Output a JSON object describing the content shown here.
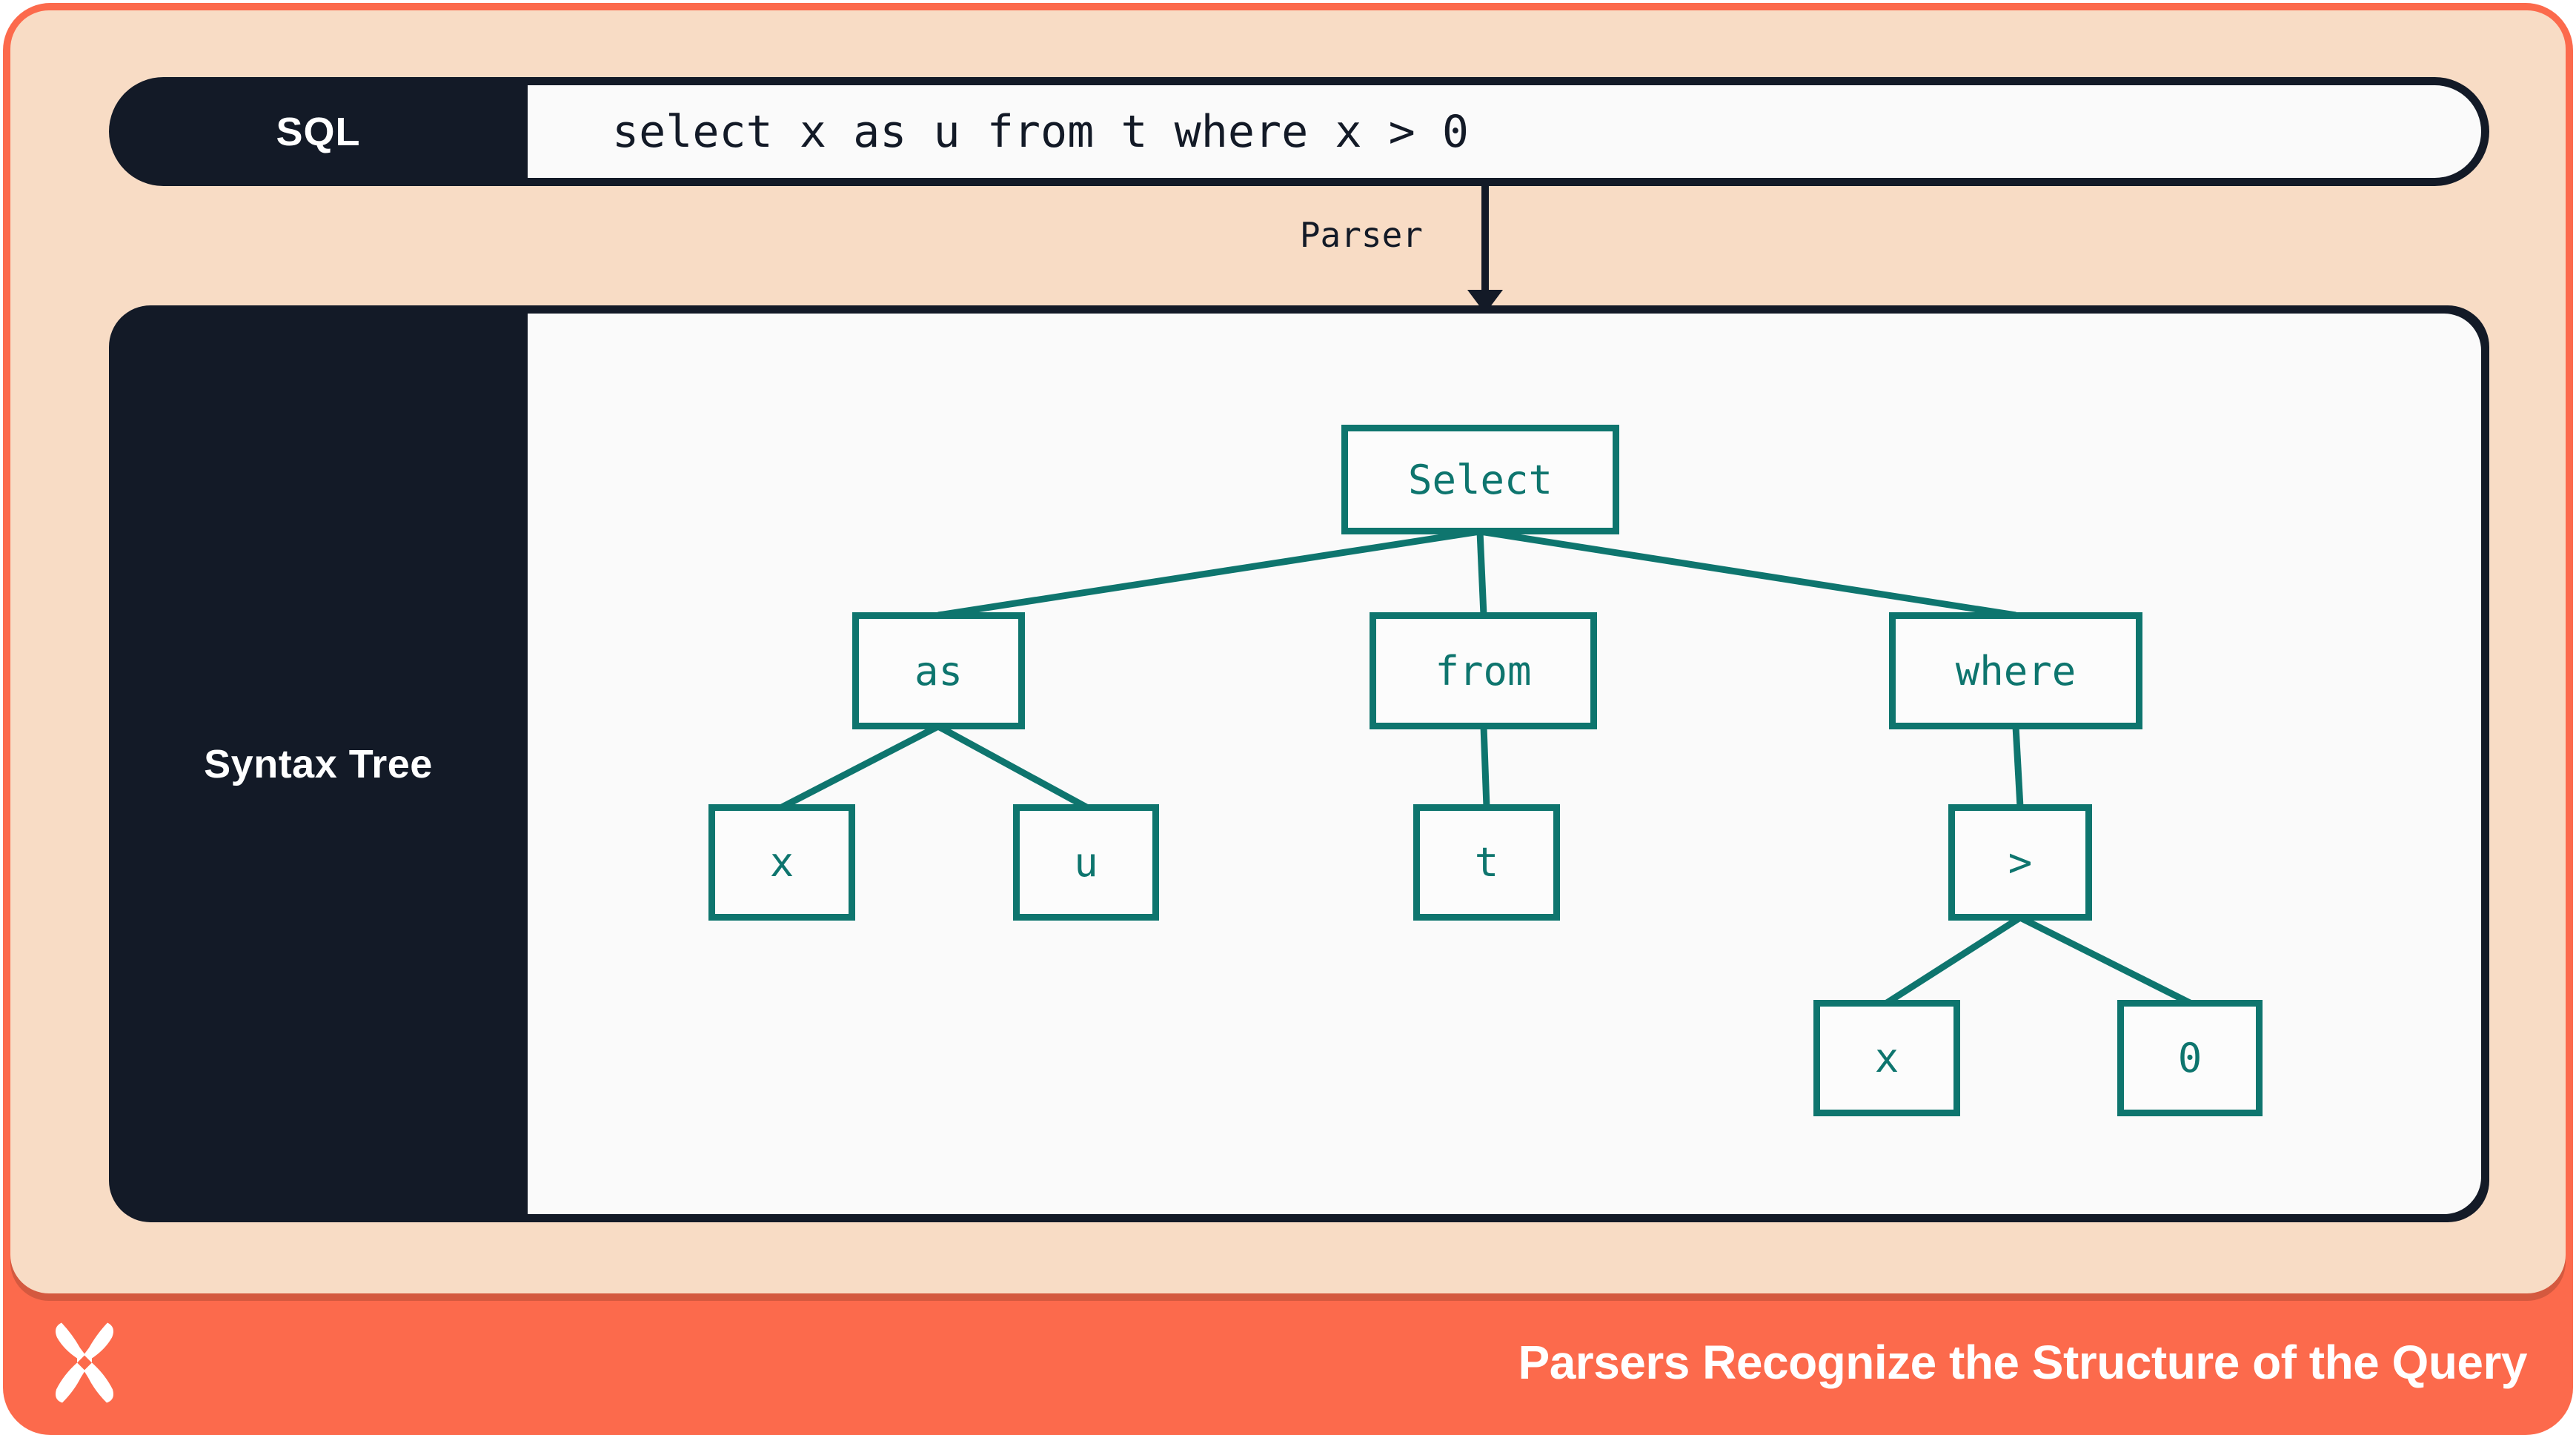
{
  "colors": {
    "navy": "#131A27",
    "peach": "#F8DCC5",
    "coral": "#FC6A4C",
    "teal": "#0E756E",
    "field_white": "#FAFAFA"
  },
  "header": {
    "label": "SQL",
    "query": "select x as u from t where x > 0"
  },
  "parser": {
    "label": "Parser",
    "arrow_icon": "down-arrow"
  },
  "panel": {
    "label": "Syntax Tree"
  },
  "tree": {
    "select": "Select",
    "as": "as",
    "from": "from",
    "where": "where",
    "x1": "x",
    "u": "u",
    "t": "t",
    "gt": ">",
    "x2": "x",
    "zero": "0"
  },
  "footer": {
    "logo": "x-pinwheel-logo",
    "title": "Parsers Recognize the Structure of the Query"
  }
}
